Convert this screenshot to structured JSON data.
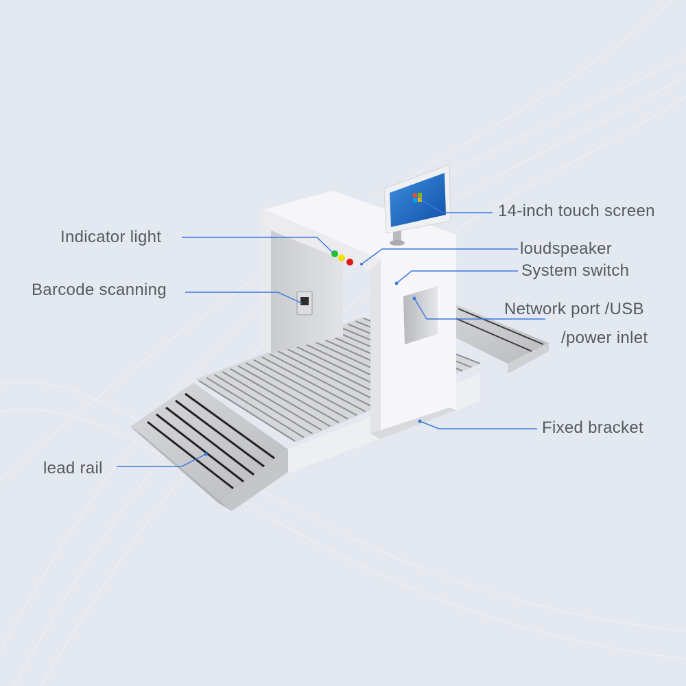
{
  "labels": {
    "indicator_light": "Indicator light",
    "barcode_scanning": "Barcode scanning",
    "lead_rail": "lead rail",
    "touch_screen": "14-inch touch screen",
    "loudspeaker": "loudspeaker",
    "system_switch": "System switch",
    "network_port_line1": "Network port /USB",
    "network_port_line2": "/power inlet",
    "fixed_bracket": "Fixed bracket"
  },
  "colors": {
    "leader_line": "#3b78e0",
    "label_text": "#555a60",
    "background": "#e4e8f0",
    "led_green": "#22c422",
    "led_yellow": "#f2e000",
    "led_red": "#e01818"
  }
}
